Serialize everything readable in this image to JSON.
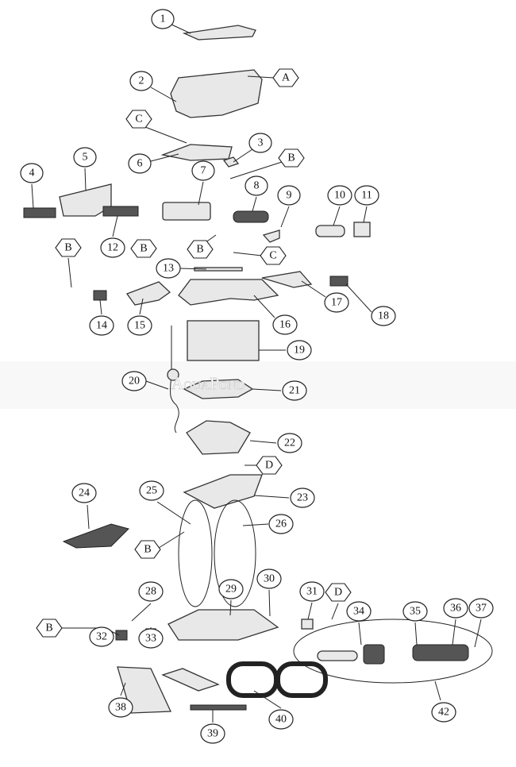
{
  "watermark": "AquaPond",
  "part_numbers": [
    "1",
    "2",
    "3",
    "4",
    "5",
    "6",
    "7",
    "8",
    "9",
    "10",
    "11",
    "12",
    "13",
    "14",
    "15",
    "16",
    "17",
    "18",
    "19",
    "20",
    "21",
    "22",
    "23",
    "24",
    "25",
    "26",
    "28",
    "29",
    "30",
    "31",
    "32",
    "33",
    "34",
    "35",
    "36",
    "37",
    "38",
    "39",
    "40",
    "42"
  ],
  "fastener_labels": [
    "A",
    "C",
    "B",
    "B",
    "B",
    "C",
    "B",
    "D",
    "B",
    "B",
    "D"
  ]
}
